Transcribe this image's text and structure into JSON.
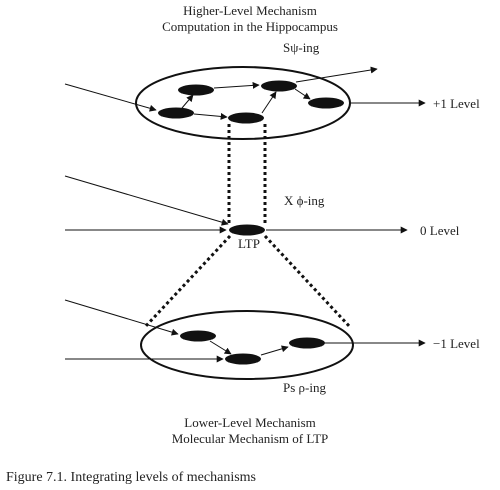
{
  "diagram": {
    "top_title_line1": "Higher-Level Mechanism",
    "top_title_line2": "Computation in the Hippocampus",
    "top_activity": "Sψ-ing",
    "middle_activity": "X ϕ-ing",
    "ltp_label": "LTP",
    "bottom_activity": "Ps ρ-ing",
    "bottom_title_line1": "Lower-Level Mechanism",
    "bottom_title_line2": "Molecular Mechanism of LTP",
    "level_plus1": "+1 Level",
    "level_0": "0 Level",
    "level_minus1": "−1 Level"
  },
  "caption": "Figure 7.1.  Integrating levels of mechanisms",
  "colors": {
    "ink": "#111111",
    "text": "#222222"
  }
}
